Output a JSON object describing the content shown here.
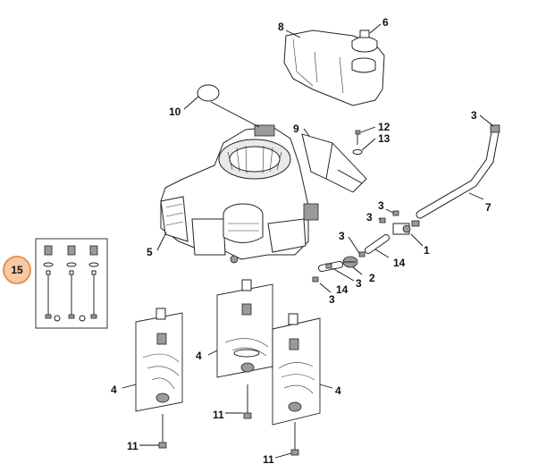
{
  "callouts": {
    "c1": "1",
    "c2": "2",
    "c3": "3",
    "c4": "4",
    "c5": "5",
    "c6": "6",
    "c7": "7",
    "c8": "8",
    "c9": "9",
    "c10": "10",
    "c11": "11",
    "c12": "12",
    "c13": "13",
    "c14": "14",
    "c15": "15"
  },
  "colors": {
    "highlight_fill": "#f7c9a6",
    "highlight_stroke": "#e79552"
  }
}
